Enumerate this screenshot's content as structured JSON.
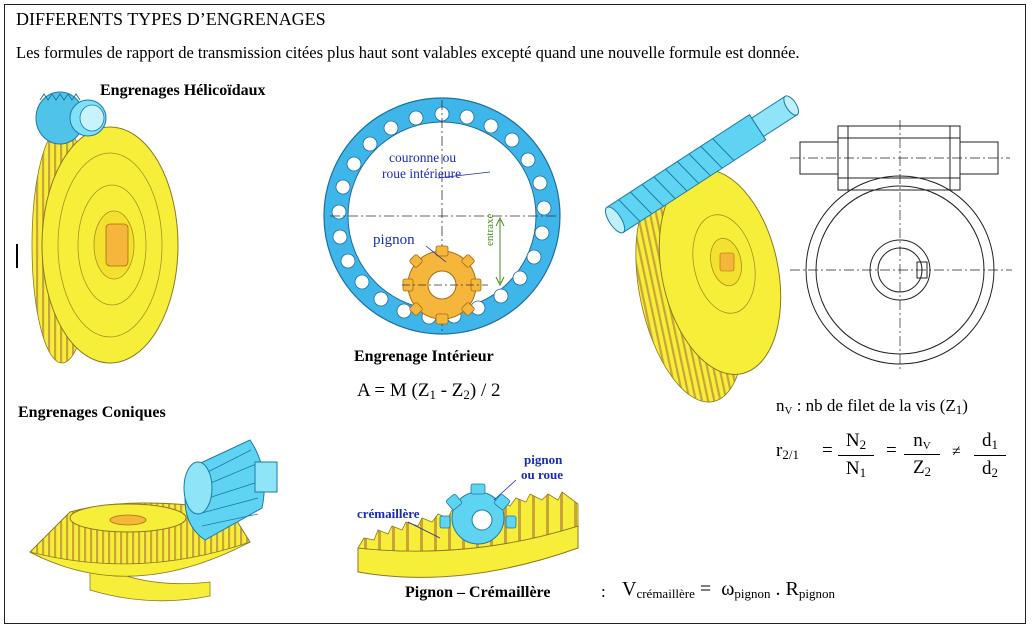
{
  "title": "DIFFERENTS TYPES D’ENGRENAGES",
  "intro": "Les formules de rapport de transmission citées plus haut sont valables excepté quand une nouvelle formule est donnée.",
  "helical": {
    "label": "Engrenages Hélicoïdaux"
  },
  "internal": {
    "label": "Engrenage Intérieur",
    "crown_label_1": "couronne ou",
    "crown_label_2": "roue intérieure",
    "pinion_label": "pignon",
    "center_distance_label": "entraxe",
    "formula": {
      "lhs": "A = M (Z",
      "s1": "1",
      "mid": " - Z",
      "s2": "2",
      "rhs": ") / 2"
    }
  },
  "bevel": {
    "label": "Engrenages Coniques"
  },
  "worm": {
    "note_prefix": "n",
    "note_sub": "V",
    "note_text": " : nb de filet de la vis (Z",
    "note_z": "1",
    "note_end": ")",
    "ratio_r": "r",
    "ratio_sub": "2/1",
    "eq1": "=",
    "n2": "N",
    "n2_sub": "2",
    "n1": "N",
    "n1_sub": "1",
    "eq2": "=",
    "nv": "n",
    "nv_sub": "V",
    "z2": "Z",
    "z2_sub": "2",
    "neq": "≠",
    "d1": "d",
    "d1_sub": "1",
    "d2": "d",
    "d2_sub": "2"
  },
  "rack": {
    "pinion_label_1": "pignon",
    "pinion_label_2": "ou roue",
    "rack_label": "crémaillère",
    "caption": "Pignon – Crémaillère",
    "colon": ":",
    "v": "V",
    "v_sub": "crémaillère",
    "eq": "=",
    "omega": "ω",
    "omega_sub": "pignon",
    "dot_r": ". R",
    "r_sub": "pignon"
  },
  "colors": {
    "yellow": "#f7ee3a",
    "tooth_shadow": "#c9a437",
    "cyan": "#5fd4f2",
    "blue_ring": "#3fb6ea",
    "orange": "#f6b53b",
    "label_blue": "#1a2db0",
    "green": "#4a8a1f"
  }
}
